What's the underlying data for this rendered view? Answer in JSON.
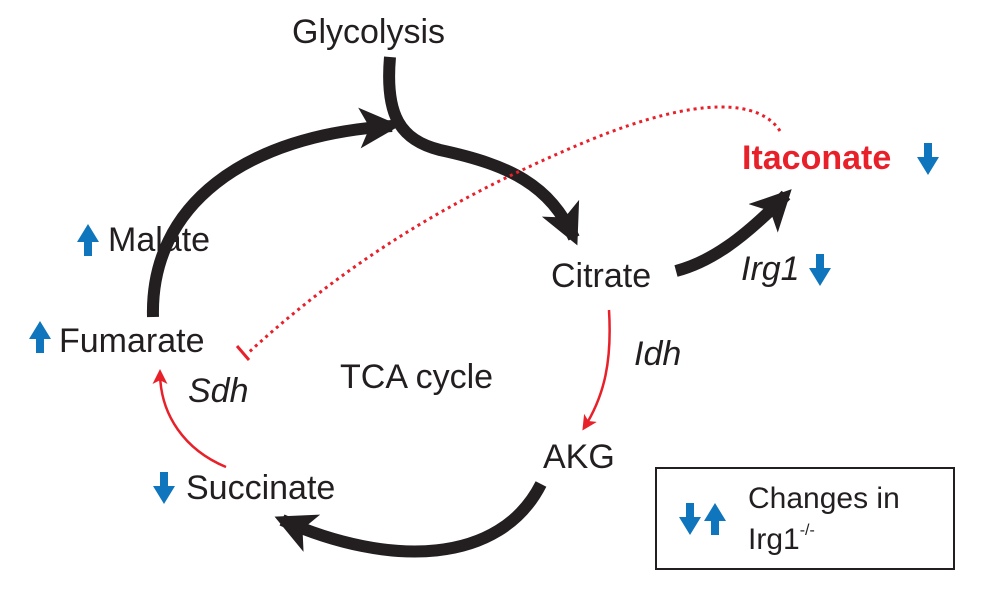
{
  "diagram": {
    "labels": {
      "glycolysis": "Glycolysis",
      "itaconate": "Itaconate",
      "citrate": "Citrate",
      "irg1": "Irg1",
      "malate": "Malate",
      "fumarate": "Fumarate",
      "sdh": "Sdh",
      "tca_cycle": "TCA cycle",
      "idh": "Idh",
      "akg": "AKG",
      "succinate": "Succinate"
    },
    "changes": {
      "itaconate": "down",
      "irg1": "down",
      "malate": "up",
      "fumarate": "up",
      "succinate": "down"
    },
    "legend": {
      "line1": "Changes in",
      "line2": "Irg1",
      "line2_sup": "-/-"
    },
    "colors": {
      "black_arrow": "#231f20",
      "red_accent": "#e8202a",
      "blue_indicator": "#0f75bc"
    }
  }
}
